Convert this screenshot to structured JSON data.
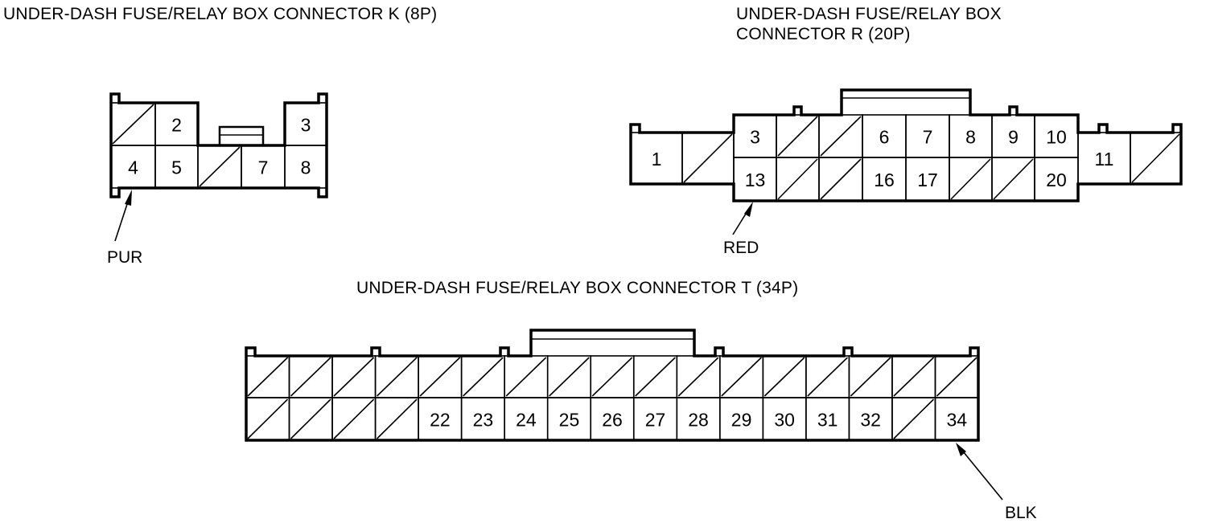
{
  "connectors": {
    "K": {
      "title": "UNDER-DASH FUSE/RELAY BOX CONNECTOR K (8P)",
      "wire_color": "PUR",
      "rows": [
        [
          "",
          "2",
          null,
          null,
          "3"
        ],
        [
          "4",
          "5",
          "",
          "7",
          "8"
        ]
      ]
    },
    "R": {
      "title_line1": "UNDER-DASH FUSE/RELAY BOX",
      "title_line2": "CONNECTOR R (20P)",
      "wire_color": "RED",
      "side_left": [
        "1",
        ""
      ],
      "rows": [
        [
          "3",
          "",
          "",
          "6",
          "7",
          "8",
          "9",
          "10"
        ],
        [
          "13",
          "",
          "",
          "16",
          "17",
          "",
          "",
          "20"
        ]
      ],
      "side_right": [
        "11",
        ""
      ]
    },
    "T": {
      "title": "UNDER-DASH FUSE/RELAY BOX CONNECTOR T (34P)",
      "wire_color": "BLK",
      "rows": [
        [
          "",
          "",
          "",
          "",
          "",
          "",
          "",
          "",
          "",
          "",
          "",
          "",
          "",
          "",
          "",
          "",
          ""
        ],
        [
          "",
          "",
          "",
          "",
          "22",
          "23",
          "24",
          "25",
          "26",
          "27",
          "28",
          "29",
          "30",
          "31",
          "32",
          "",
          "34"
        ]
      ]
    }
  },
  "legend": {
    "empty_cavity": "diagonal line = unused terminal"
  }
}
